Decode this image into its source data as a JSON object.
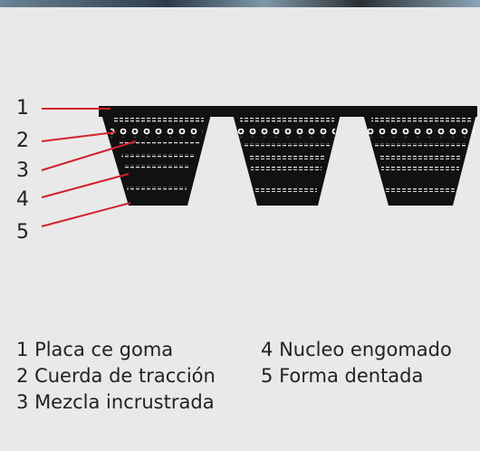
{
  "callouts": [
    "1",
    "2",
    "3",
    "4",
    "5"
  ],
  "legend": [
    {
      "number": "1",
      "label": "Placa ce goma"
    },
    {
      "number": "2",
      "label": "Cuerda de tracción"
    },
    {
      "number": "3",
      "label": "Mezcla incrustrada"
    },
    {
      "number": "4",
      "label": "Nucleo engomado"
    },
    {
      "number": "5",
      "label": "Forma dentada"
    }
  ],
  "colors": {
    "background": "#e9e9e9",
    "belt": "#111111",
    "leader_lines": "#d3212d",
    "text": "#222222"
  }
}
